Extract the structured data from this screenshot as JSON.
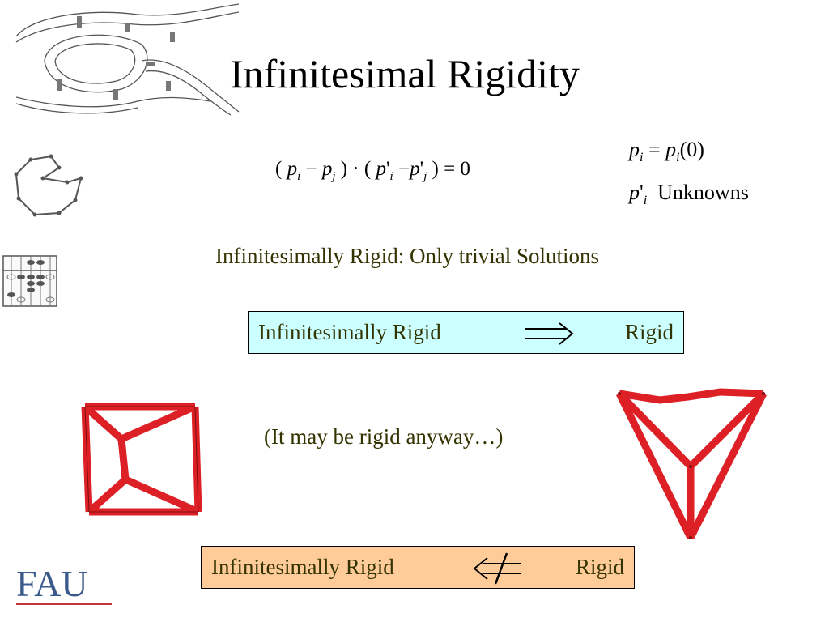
{
  "slide": {
    "title": "Infinitesimal Rigidity",
    "equation_main": "(p_i − p_j) · (p'_i − p'_j) = 0",
    "equation_pi": "p_i = p_i(0)",
    "unknowns_label": "Unknowns",
    "statement": "Infinitesimally Rigid:  Only trivial Solutions",
    "box1": {
      "left": "Infinitesimally Rigid",
      "right": "Rigid",
      "color": "#ccffff"
    },
    "note": "(It may be rigid anyway…)",
    "box2": {
      "left": "Infinitesimally Rigid",
      "right": "Rigid",
      "color": "#ffcc99"
    },
    "logo_text": "FAU",
    "colors": {
      "text_accent": "#333300",
      "framework_red": "#dd1f26",
      "logo_blue": "#3b5a8c",
      "logo_red": "#c4343f"
    }
  }
}
